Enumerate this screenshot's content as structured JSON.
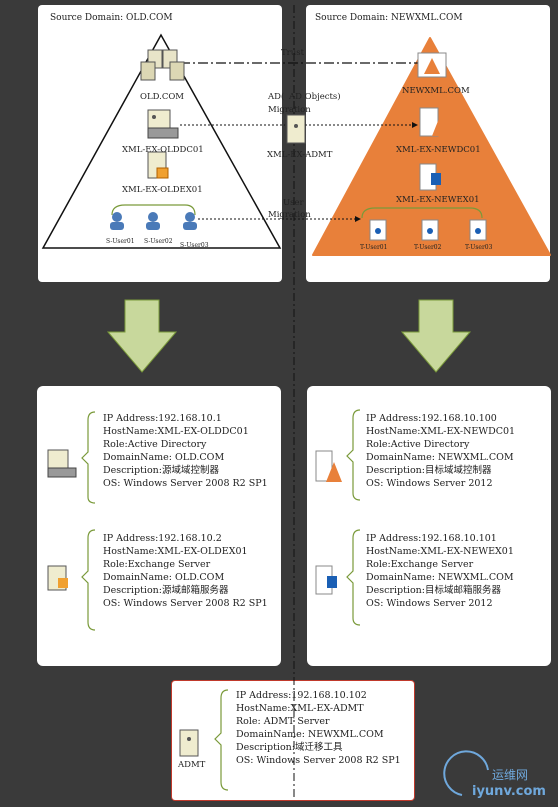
{
  "source": {
    "title": "Source Domain: OLD.COM",
    "root": "OLD.COM",
    "dc": "XML-EX-OLDDC01",
    "ex": "XML-EX-OLDEX01",
    "users": [
      "S-User01",
      "S-User02",
      "S-User03"
    ]
  },
  "target": {
    "title": "Source Domain: NEWXML.COM",
    "root": "NEWXML.COM",
    "dc": "XML-EX-NEWDC01",
    "ex": "XML-EX-NEWEX01",
    "users": [
      "T-User01",
      "T-User02",
      "T-User03"
    ]
  },
  "middle": {
    "trust": "Trust",
    "ad_migration_1": "AD Objects)",
    "ad_migration_1a": "AD(",
    "ad_migration_2": "Migration",
    "admt": "XML-EX-ADMT",
    "user_migration_1": "User",
    "user_migration_2": "Migration"
  },
  "arrows": {
    "left": "",
    "right": ""
  },
  "cards": {
    "old_dc": [
      "IP Address:192.168.10.1",
      "HostName:XML-EX-OLDDC01",
      "Role:Active Directory",
      "DomainName: OLD.COM",
      "Description:源域域控制器",
      "OS: Windows Server 2008 R2 SP1"
    ],
    "old_ex": [
      "IP Address:192.168.10.2",
      "HostName:XML-EX-OLDEX01",
      "Role:Exchange Server",
      "DomainName: OLD.COM",
      "Description:源域邮箱服务器",
      "OS: Windows Server 2008 R2 SP1"
    ],
    "new_dc": [
      "IP Address:192.168.10.100",
      "HostName:XML-EX-NEWDC01",
      "Role:Active Directory",
      "DomainName: NEWXML.COM",
      "Description:目标域域控制器",
      "OS: Windows Server 2012"
    ],
    "new_ex": [
      "IP Address:192.168.10.101",
      "HostName:XML-EX-NEWEX01",
      "Role:Exchange Server",
      "DomainName: NEWXML.COM",
      "Description:目标域邮箱服务器",
      "OS: Windows Server 2012"
    ],
    "admt": [
      "IP Address:192.168.10.102",
      "HostName:XML-EX-ADMT",
      "Role: ADMT Server",
      "DomainName: NEWXML.COM",
      "Description:域迁移工具",
      "OS: Windows Server 2008 R2 SP1"
    ],
    "admt_label": "ADMT"
  },
  "watermark": {
    "cn": "运维网",
    "url": "iyunv.com"
  }
}
